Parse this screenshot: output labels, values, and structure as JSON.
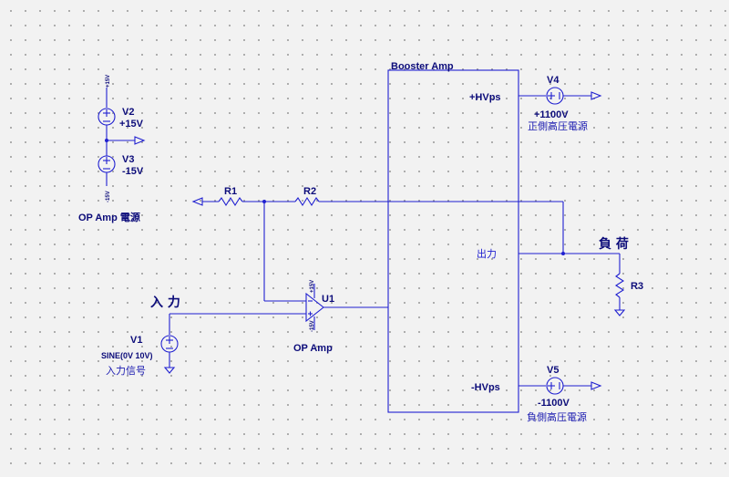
{
  "components": {
    "v2": {
      "ref": "V2",
      "value": "+15V",
      "pin_top": "+15V"
    },
    "v3": {
      "ref": "V3",
      "value": "-15V",
      "pin_bottom": "-15V"
    },
    "opamp_power_label": "OP Amp 電源",
    "r1": {
      "ref": "R1"
    },
    "r2": {
      "ref": "R2"
    },
    "r3": {
      "ref": "R3"
    },
    "u1": {
      "ref": "U1",
      "name": "OP Amp",
      "pin_plus": "+15V",
      "pin_minus": "-15V"
    },
    "v1": {
      "ref": "V1",
      "value": "SINE(0V 10V)",
      "comment": "入力信号"
    },
    "input_label": "入 力",
    "load_label": "負 荷",
    "booster": {
      "title": "Booster Amp",
      "pin_hv_pos": "+HVps",
      "pin_output": "出力",
      "pin_hv_neg": "-HVps"
    },
    "v4": {
      "ref": "V4",
      "value": "+1100V",
      "comment": "正側高圧電源"
    },
    "v5": {
      "ref": "V5",
      "value": "-1100V",
      "comment": "負側高圧電源"
    }
  }
}
